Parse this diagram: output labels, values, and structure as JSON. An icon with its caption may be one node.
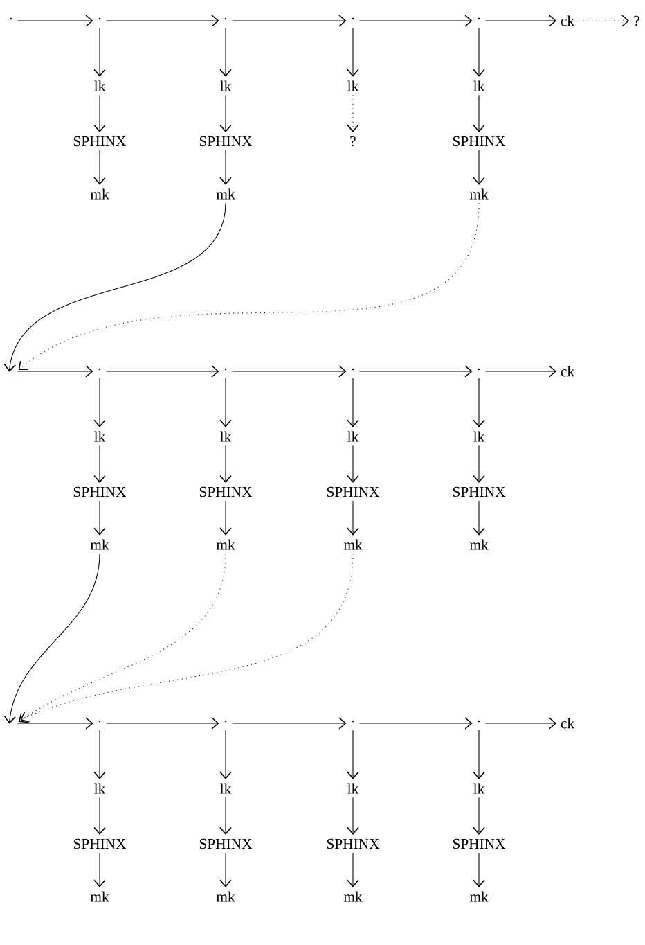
{
  "diagram": {
    "nodes": [
      {
        "text": [
          "·"
        ]
      },
      {
        "text": [
          "·"
        ]
      },
      {
        "text": [
          "·"
        ]
      },
      {
        "text": [
          "·"
        ]
      },
      {
        "text": [
          "·"
        ]
      },
      {
        "text": [
          "ck"
        ]
      },
      {
        "text": [
          "?"
        ]
      },
      {
        "text": [
          "lk"
        ]
      },
      {
        "text": [
          "lk"
        ]
      },
      {
        "text": [
          "lk"
        ]
      },
      {
        "text": [
          "lk"
        ]
      },
      {
        "text": [
          "SPHINX"
        ]
      },
      {
        "text": [
          "SPHINX"
        ]
      },
      {
        "text": [
          "?"
        ]
      },
      {
        "text": [
          "SPHINX"
        ]
      },
      {
        "text": [
          "mk"
        ]
      },
      {
        "text": [
          "mk"
        ]
      },
      {
        "text": [
          "mk"
        ]
      },
      {
        "text": [
          "·"
        ]
      },
      {
        "text": [
          "·"
        ]
      },
      {
        "text": [
          "·"
        ]
      },
      {
        "text": [
          "·"
        ]
      },
      {
        "text": [
          "·"
        ]
      },
      {
        "text": [
          "ck"
        ]
      },
      {
        "text": [
          "lk"
        ]
      },
      {
        "text": [
          "lk"
        ]
      },
      {
        "text": [
          "lk"
        ]
      },
      {
        "text": [
          "lk"
        ]
      },
      {
        "text": [
          "SPHINX"
        ]
      },
      {
        "text": [
          "SPHINX"
        ]
      },
      {
        "text": [
          "SPHINX"
        ]
      },
      {
        "text": [
          "SPHINX"
        ]
      },
      {
        "text": [
          "mk"
        ]
      },
      {
        "text": [
          "mk"
        ]
      },
      {
        "text": [
          "mk"
        ]
      },
      {
        "text": [
          "mk"
        ]
      },
      {
        "text": [
          "·"
        ]
      },
      {
        "text": [
          "·"
        ]
      },
      {
        "text": [
          "·"
        ]
      },
      {
        "text": [
          "·"
        ]
      },
      {
        "text": [
          "·"
        ]
      },
      {
        "text": [
          "ck"
        ]
      },
      {
        "text": [
          "lk"
        ]
      },
      {
        "text": [
          "lk"
        ]
      },
      {
        "text": [
          "lk"
        ]
      },
      {
        "text": [
          "lk"
        ]
      },
      {
        "text": [
          "SPHINX"
        ]
      },
      {
        "text": [
          "SPHINX"
        ]
      },
      {
        "text": [
          "SPHINX"
        ]
      },
      {
        "text": [
          "SPHINX"
        ]
      },
      {
        "text": [
          "mk"
        ]
      },
      {
        "text": [
          "mk"
        ]
      },
      {
        "text": [
          "mk"
        ]
      },
      {
        "text": [
          "mk"
        ]
      }
    ],
    "edges": [
      {
        "from": 0,
        "to": 1,
        "arrow": "to"
      },
      {
        "from": 1,
        "to": 2,
        "arrow": "to"
      },
      {
        "from": 2,
        "to": 3,
        "arrow": "to"
      },
      {
        "from": 3,
        "to": 4,
        "arrow": "to"
      },
      {
        "from": 4,
        "to": 5,
        "arrow": "to"
      },
      {
        "from": 5,
        "to": 6,
        "arrow": "to",
        "style": "dashed"
      },
      {
        "from": 1,
        "to": 7,
        "arrow": "to"
      },
      {
        "from": 2,
        "to": 8,
        "arrow": "to"
      },
      {
        "from": 3,
        "to": 9,
        "arrow": "to"
      },
      {
        "from": 4,
        "to": 10,
        "arrow": "to"
      },
      {
        "from": 7,
        "to": 11,
        "arrow": "to"
      },
      {
        "from": 8,
        "to": 12,
        "arrow": "to"
      },
      {
        "from": 9,
        "to": 13,
        "arrow": "to",
        "style": "dashed"
      },
      {
        "from": 10,
        "to": 14,
        "arrow": "to"
      },
      {
        "from": 11,
        "to": 15,
        "arrow": "to"
      },
      {
        "from": 12,
        "to": 16,
        "arrow": "to"
      },
      {
        "from": 14,
        "to": 17,
        "arrow": "to"
      },
      {
        "from": 16,
        "to": 18,
        "arrow": "to"
      },
      {
        "from": 17,
        "to": 18,
        "arrow": "to",
        "style": "dashed"
      },
      {
        "from": 18,
        "to": 19,
        "arrow": "to"
      },
      {
        "from": 19,
        "to": 20,
        "arrow": "to"
      },
      {
        "from": 20,
        "to": 21,
        "arrow": "to"
      },
      {
        "from": 21,
        "to": 22,
        "arrow": "to"
      },
      {
        "from": 22,
        "to": 23,
        "arrow": "to"
      },
      {
        "from": 19,
        "to": 24,
        "arrow": "to"
      },
      {
        "from": 20,
        "to": 25,
        "arrow": "to"
      },
      {
        "from": 21,
        "to": 26,
        "arrow": "to"
      },
      {
        "from": 22,
        "to": 27,
        "arrow": "to"
      },
      {
        "from": 24,
        "to": 28,
        "arrow": "to"
      },
      {
        "from": 25,
        "to": 29,
        "arrow": "to"
      },
      {
        "from": 26,
        "to": 30,
        "arrow": "to"
      },
      {
        "from": 27,
        "to": 31,
        "arrow": "to"
      },
      {
        "from": 28,
        "to": 32,
        "arrow": "to"
      },
      {
        "from": 29,
        "to": 33,
        "arrow": "to"
      },
      {
        "from": 30,
        "to": 34,
        "arrow": "to"
      },
      {
        "from": 31,
        "to": 35,
        "arrow": "to"
      },
      {
        "from": 32,
        "to": 36,
        "arrow": "to"
      },
      {
        "from": 33,
        "to": 36,
        "arrow": "to",
        "style": "dashed"
      },
      {
        "from": 34,
        "to": 36,
        "arrow": "to",
        "style": "dashed"
      },
      {
        "from": 36,
        "to": 37,
        "arrow": "to"
      },
      {
        "from": 37,
        "to": 38,
        "arrow": "to"
      },
      {
        "from": 38,
        "to": 39,
        "arrow": "to"
      },
      {
        "from": 39,
        "to": 40,
        "arrow": "to"
      },
      {
        "from": 40,
        "to": 41,
        "arrow": "to"
      },
      {
        "from": 37,
        "to": 42,
        "arrow": "to"
      },
      {
        "from": 38,
        "to": 43,
        "arrow": "to"
      },
      {
        "from": 39,
        "to": 44,
        "arrow": "to"
      },
      {
        "from": 40,
        "to": 45,
        "arrow": "to"
      },
      {
        "from": 42,
        "to": 46,
        "arrow": "to"
      },
      {
        "from": 43,
        "to": 47,
        "arrow": "to"
      },
      {
        "from": 44,
        "to": 48,
        "arrow": "to"
      },
      {
        "from": 45,
        "to": 49,
        "arrow": "to"
      },
      {
        "from": 46,
        "to": 50,
        "arrow": "to"
      },
      {
        "from": 47,
        "to": 51,
        "arrow": "to"
      },
      {
        "from": 48,
        "to": 52,
        "arrow": "to"
      },
      {
        "from": 49,
        "to": 53,
        "arrow": "to"
      }
    ]
  }
}
